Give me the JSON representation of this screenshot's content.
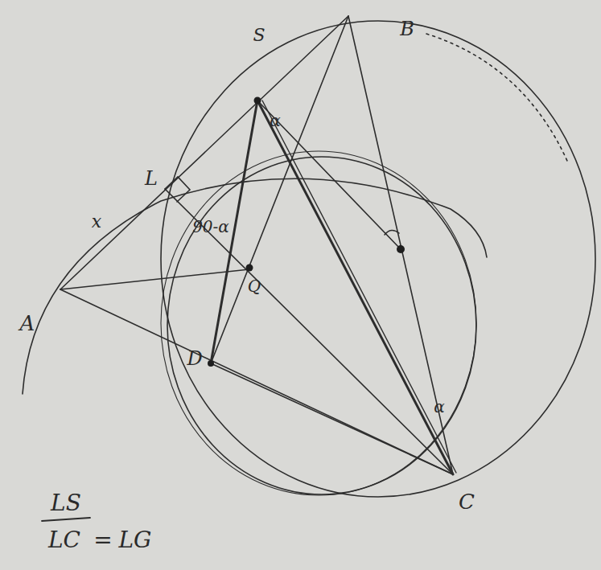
{
  "diagram": {
    "labels": [
      "S",
      "B",
      "L",
      "x",
      "α",
      "90-α",
      "Q",
      "A",
      "D",
      "C",
      "α",
      "LS",
      "LC",
      "=",
      "LG"
    ]
  }
}
